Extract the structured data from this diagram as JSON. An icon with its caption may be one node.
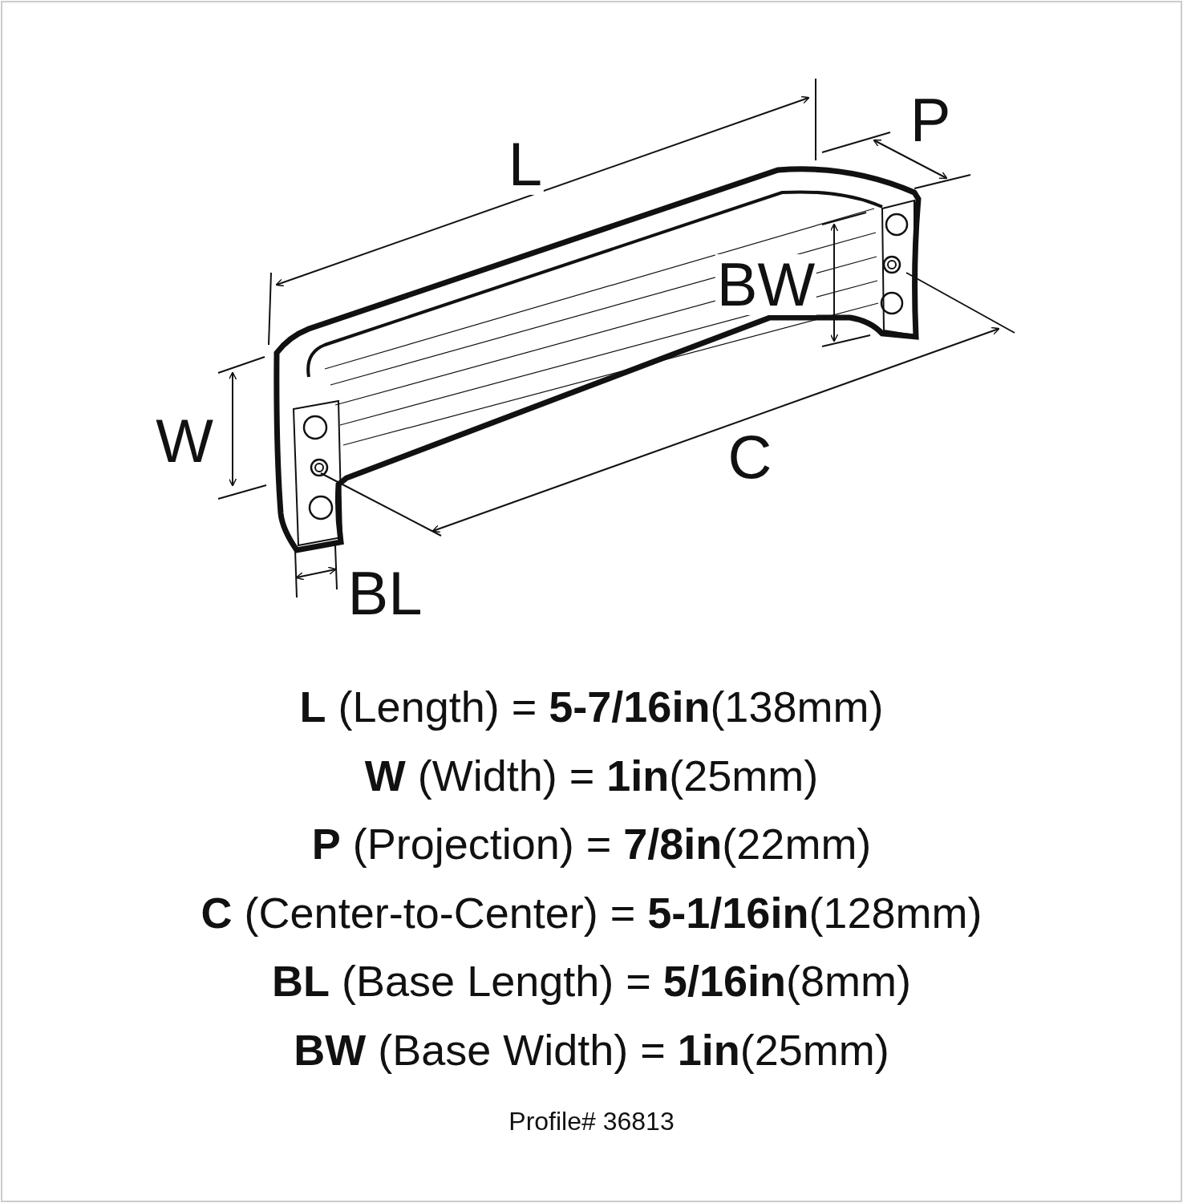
{
  "diagram": {
    "labels": [
      "L",
      "P",
      "BW",
      "W",
      "C",
      "BL",
      "**L** (Length) = **5-7/16in**(138mm)",
      "**W** (Width) = **1in**(25mm)",
      "**P** (Projection) = **7/8in**(22mm)",
      "**C** (Center-to-Center) = **5-1/16in**(128mm)",
      "**BL** (Base Length) = **5/16in**(8mm)",
      "**BW** (Base Width) = **1in**(25mm)",
      "Profile# 36813"
    ]
  }
}
